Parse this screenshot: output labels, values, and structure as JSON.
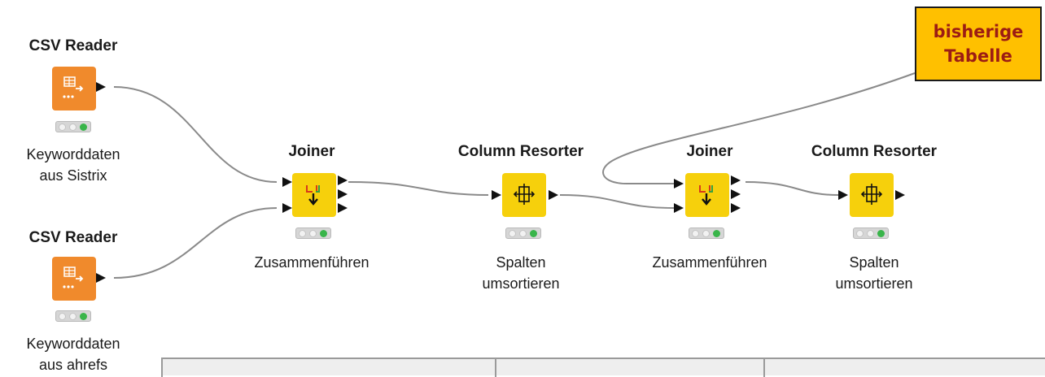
{
  "colors": {
    "reader_node": "#f08a2c",
    "manipulator_node": "#f6d00c",
    "annotation_fill": "#ffc000",
    "annotation_text": "#9c1c14",
    "status_green": "#39b54a",
    "wire": "#8a8a8a"
  },
  "nodes": [
    {
      "id": "csv1",
      "title": "CSV Reader",
      "desc_lines": [
        "Keyworddaten",
        "aus Sistrix"
      ],
      "icon": "csv-reader-icon",
      "kind": "reader"
    },
    {
      "id": "csv2",
      "title": "CSV Reader",
      "desc_lines": [
        "Keyworddaten",
        "aus ahrefs"
      ],
      "icon": "csv-reader-icon",
      "kind": "reader"
    },
    {
      "id": "join1",
      "title": "Joiner",
      "desc_lines": [
        "Zusammenführen"
      ],
      "icon": "joiner-icon",
      "kind": "manipulator"
    },
    {
      "id": "res1",
      "title": "Column Resorter",
      "desc_lines": [
        "Spalten",
        "umsortieren"
      ],
      "icon": "column-resorter-icon",
      "kind": "manipulator"
    },
    {
      "id": "join2",
      "title": "Joiner",
      "desc_lines": [
        "Zusammenführen"
      ],
      "icon": "joiner-icon",
      "kind": "manipulator"
    },
    {
      "id": "res2",
      "title": "Column Resorter",
      "desc_lines": [
        "Spalten",
        "umsortieren"
      ],
      "icon": "column-resorter-icon",
      "kind": "manipulator"
    }
  ],
  "annotation": {
    "lines": [
      "bisherige",
      "Tabelle"
    ]
  },
  "connections": [
    {
      "from": "csv1",
      "to": "join1"
    },
    {
      "from": "csv2",
      "to": "join1"
    },
    {
      "from": "join1",
      "to": "res1"
    },
    {
      "from": "annotation",
      "to": "join2"
    },
    {
      "from": "res1",
      "to": "join2"
    },
    {
      "from": "join2",
      "to": "res2"
    }
  ]
}
